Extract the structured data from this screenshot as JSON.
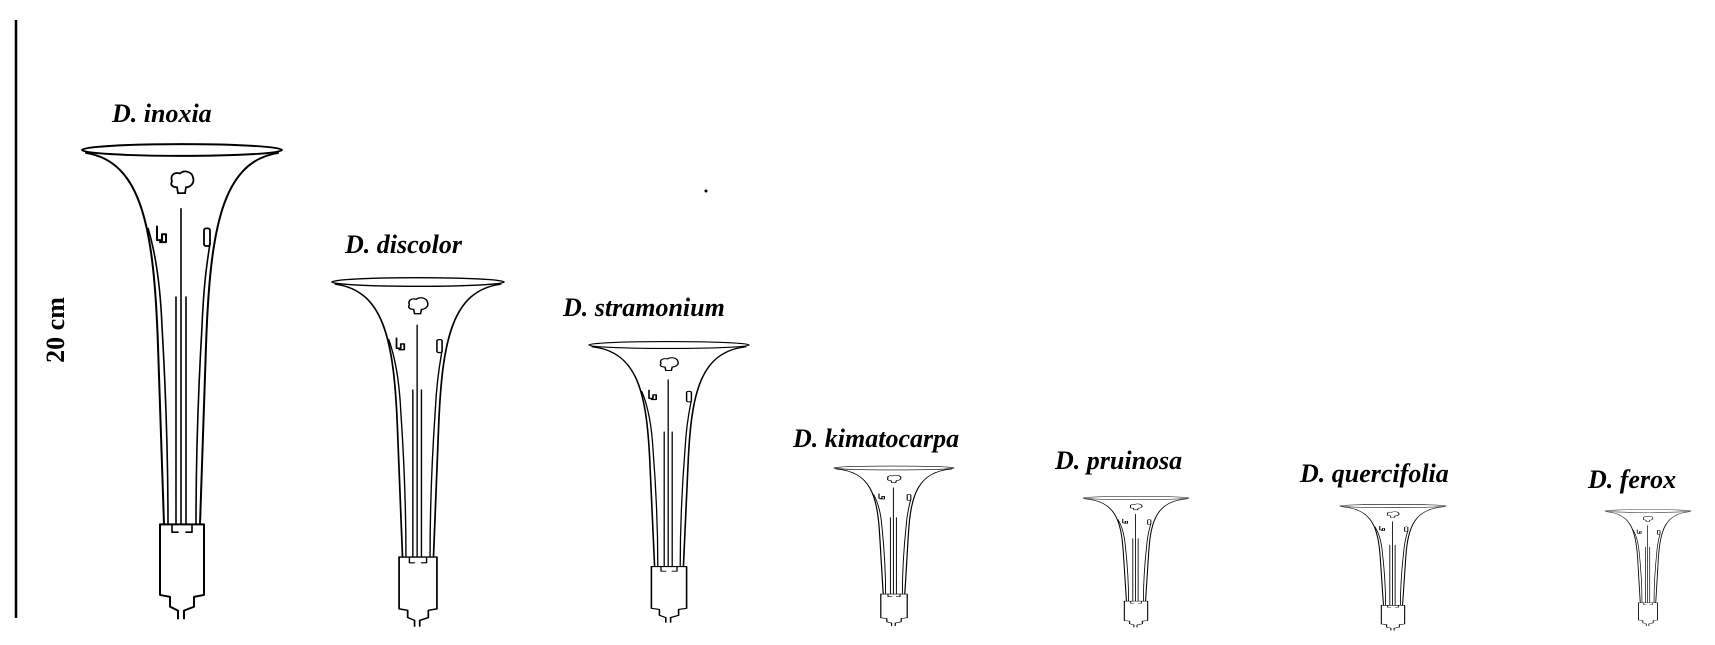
{
  "figure": {
    "scale_bar": {
      "label": "20 cm"
    },
    "flowers": [
      {
        "name": "D. inoxia"
      },
      {
        "name": "D. discolor"
      },
      {
        "name": "D. stramonium"
      },
      {
        "name": "D. kimatocarpa"
      },
      {
        "name": "D. pruinosa"
      },
      {
        "name": "D. quercifolia"
      },
      {
        "name": "D. ferox"
      }
    ]
  }
}
